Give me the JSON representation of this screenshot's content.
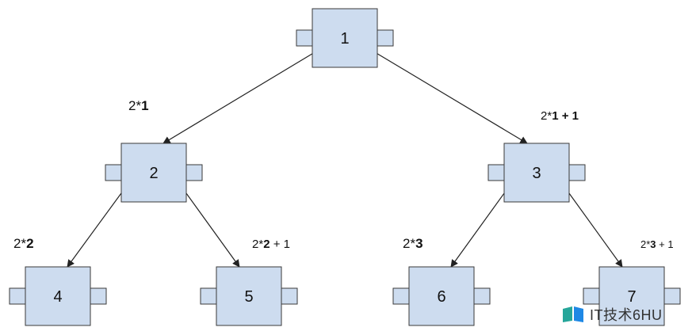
{
  "colors": {
    "node_fill": "#cddcef",
    "node_stroke": "#3a3a3a",
    "edge": "#222222",
    "watermark_blue": "#1e88e5",
    "watermark_green": "#26a69a"
  },
  "nodes": [
    {
      "id": "1",
      "label": "1"
    },
    {
      "id": "2",
      "label": "2"
    },
    {
      "id": "3",
      "label": "3"
    },
    {
      "id": "4",
      "label": "4"
    },
    {
      "id": "5",
      "label": "5"
    },
    {
      "id": "6",
      "label": "6"
    },
    {
      "id": "7",
      "label": "7"
    }
  ],
  "edges": [
    {
      "from": "1",
      "to": "2",
      "label_prefix": "2*",
      "label_bold": "1",
      "label_suffix": ""
    },
    {
      "from": "1",
      "to": "3",
      "label_prefix": "2*",
      "label_bold": "1 + 1",
      "label_suffix": ""
    },
    {
      "from": "2",
      "to": "4",
      "label_prefix": "2*",
      "label_bold": "2",
      "label_suffix": ""
    },
    {
      "from": "2",
      "to": "5",
      "label_prefix": "2*",
      "label_bold": "2",
      "label_suffix": " + 1"
    },
    {
      "from": "3",
      "to": "6",
      "label_prefix": "2*",
      "label_bold": "3",
      "label_suffix": ""
    },
    {
      "from": "3",
      "to": "7",
      "label_prefix": "2*",
      "label_bold": "3",
      "label_suffix": " + 1"
    }
  ],
  "watermark": {
    "text": "IT技术6HU",
    "logo_icon": "book-logo-icon"
  }
}
